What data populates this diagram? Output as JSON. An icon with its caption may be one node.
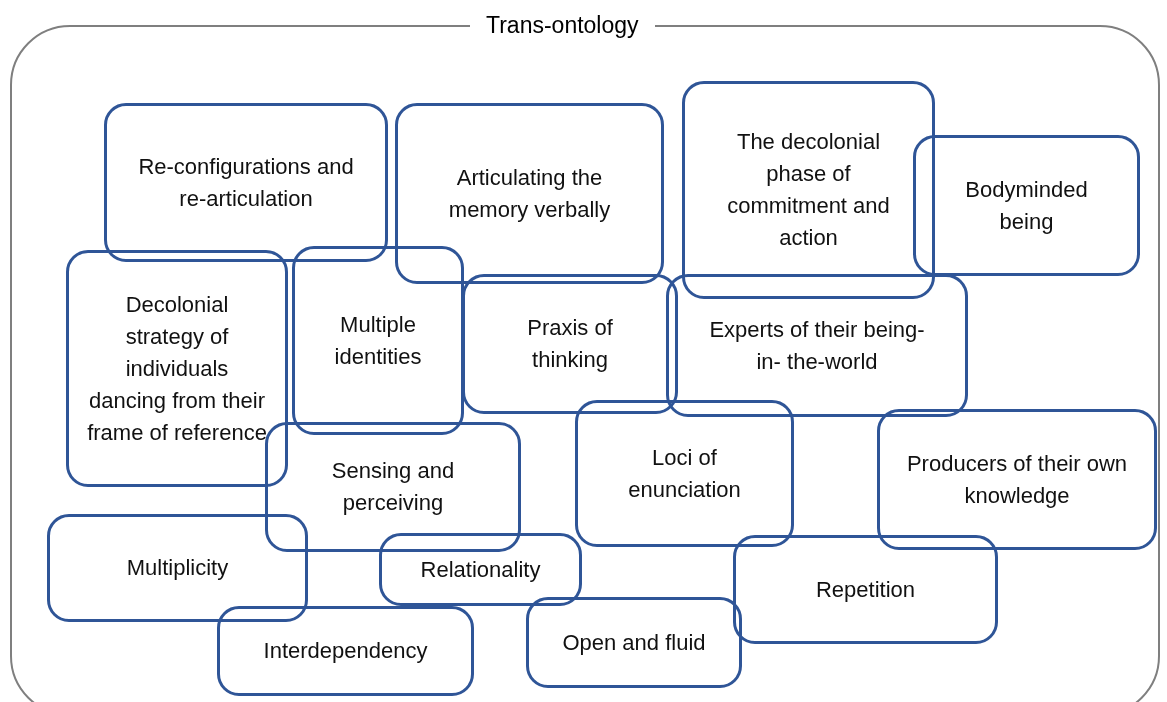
{
  "diagram": {
    "nodes": [
      {
        "text": [
          "Trans-ontology"
        ]
      },
      {
        "text": [
          "Re-configurations and re-articulation"
        ],
        "in": 0
      },
      {
        "text": [
          "Articulating the memory verbally"
        ],
        "in": 0
      },
      {
        "text": [
          "The decolonial phase of commitment and action"
        ],
        "in": 0
      },
      {
        "text": [
          "Bodyminded being"
        ],
        "in": 0
      },
      {
        "text": [
          "Decolonial strategy of individuals dancing from their frame of reference"
        ],
        "in": 0
      },
      {
        "text": [
          "Multiple identities"
        ],
        "in": 0
      },
      {
        "text": [
          "Praxis of thinking"
        ],
        "in": 0
      },
      {
        "text": [
          "Experts of their being-in- the-world"
        ],
        "in": 0
      },
      {
        "text": [
          "Sensing and perceiving"
        ],
        "in": 0
      },
      {
        "text": [
          "Loci of enunciation"
        ],
        "in": 0
      },
      {
        "text": [
          "Producers of their own knowledge"
        ],
        "in": 0
      },
      {
        "text": [
          "Multiplicity"
        ],
        "in": 0
      },
      {
        "text": [
          "Relationality"
        ],
        "in": 0
      },
      {
        "text": [
          "Repetition"
        ],
        "in": 0
      },
      {
        "text": [
          "Interdependency"
        ],
        "in": 0
      },
      {
        "text": [
          "Open and fluid"
        ],
        "in": 0
      }
    ]
  }
}
